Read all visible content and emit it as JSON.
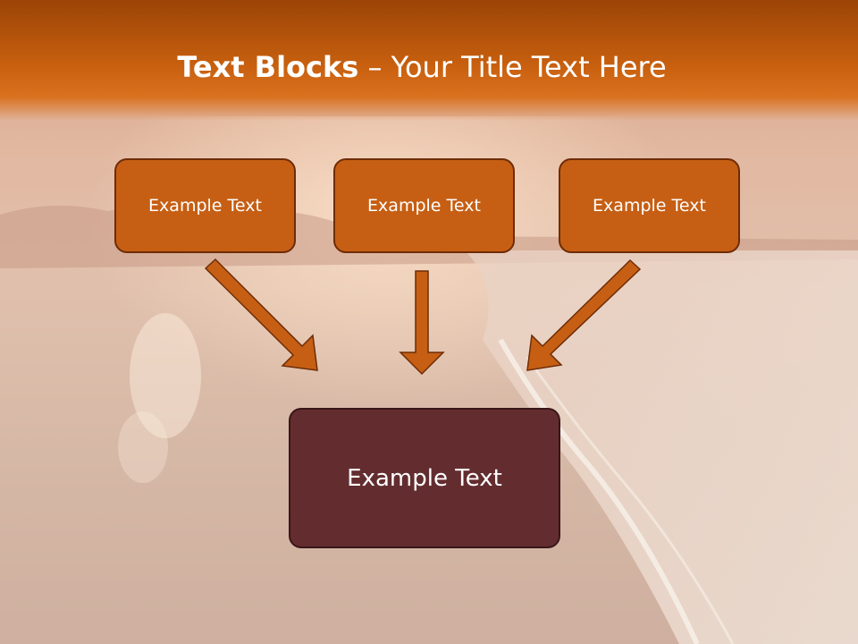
{
  "title": {
    "bold": "Text Blocks",
    "separator": " – ",
    "rest": "Your Title Text Here"
  },
  "boxes": {
    "left": "Example Text",
    "center": "Example Text",
    "right": "Example Text",
    "bottom": "Example Text"
  },
  "colors": {
    "title_band": "#c8600f",
    "top_box": "#c65f14",
    "bottom_box": "#632d30",
    "arrow": "#c65f14",
    "outline": "#6e2c06"
  }
}
